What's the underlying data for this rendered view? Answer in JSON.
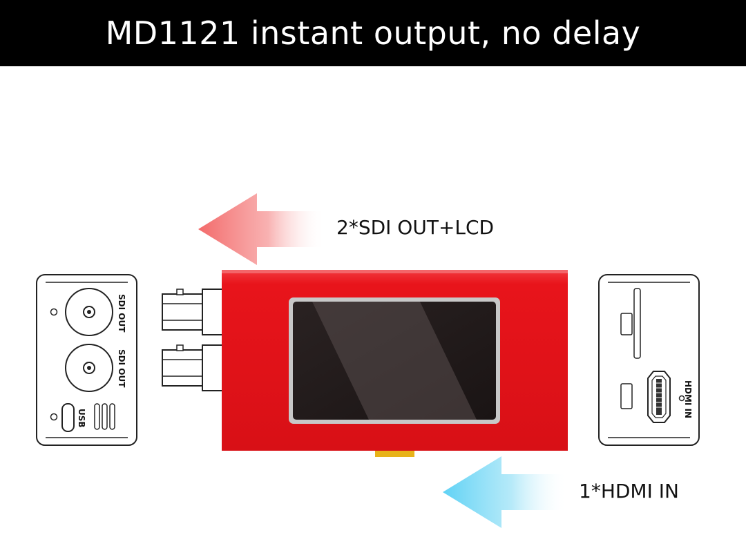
{
  "header": {
    "title": "MD1121 instant output, no delay"
  },
  "labels": {
    "sdi_output": "2*SDI OUT+LCD",
    "hdmi_input": "1*HDMI IN"
  },
  "left_panel": {
    "port_1_label": "SDI OUT",
    "port_2_label": "SDI OUT",
    "usb_label": "USB"
  },
  "right_panel": {
    "hdmi_label": "HDMI IN"
  },
  "colors": {
    "device_body": "#e8141b",
    "sdi_arrow": "#f36a6a",
    "hdmi_arrow": "#5fd2f5",
    "header_bg": "#000000"
  }
}
